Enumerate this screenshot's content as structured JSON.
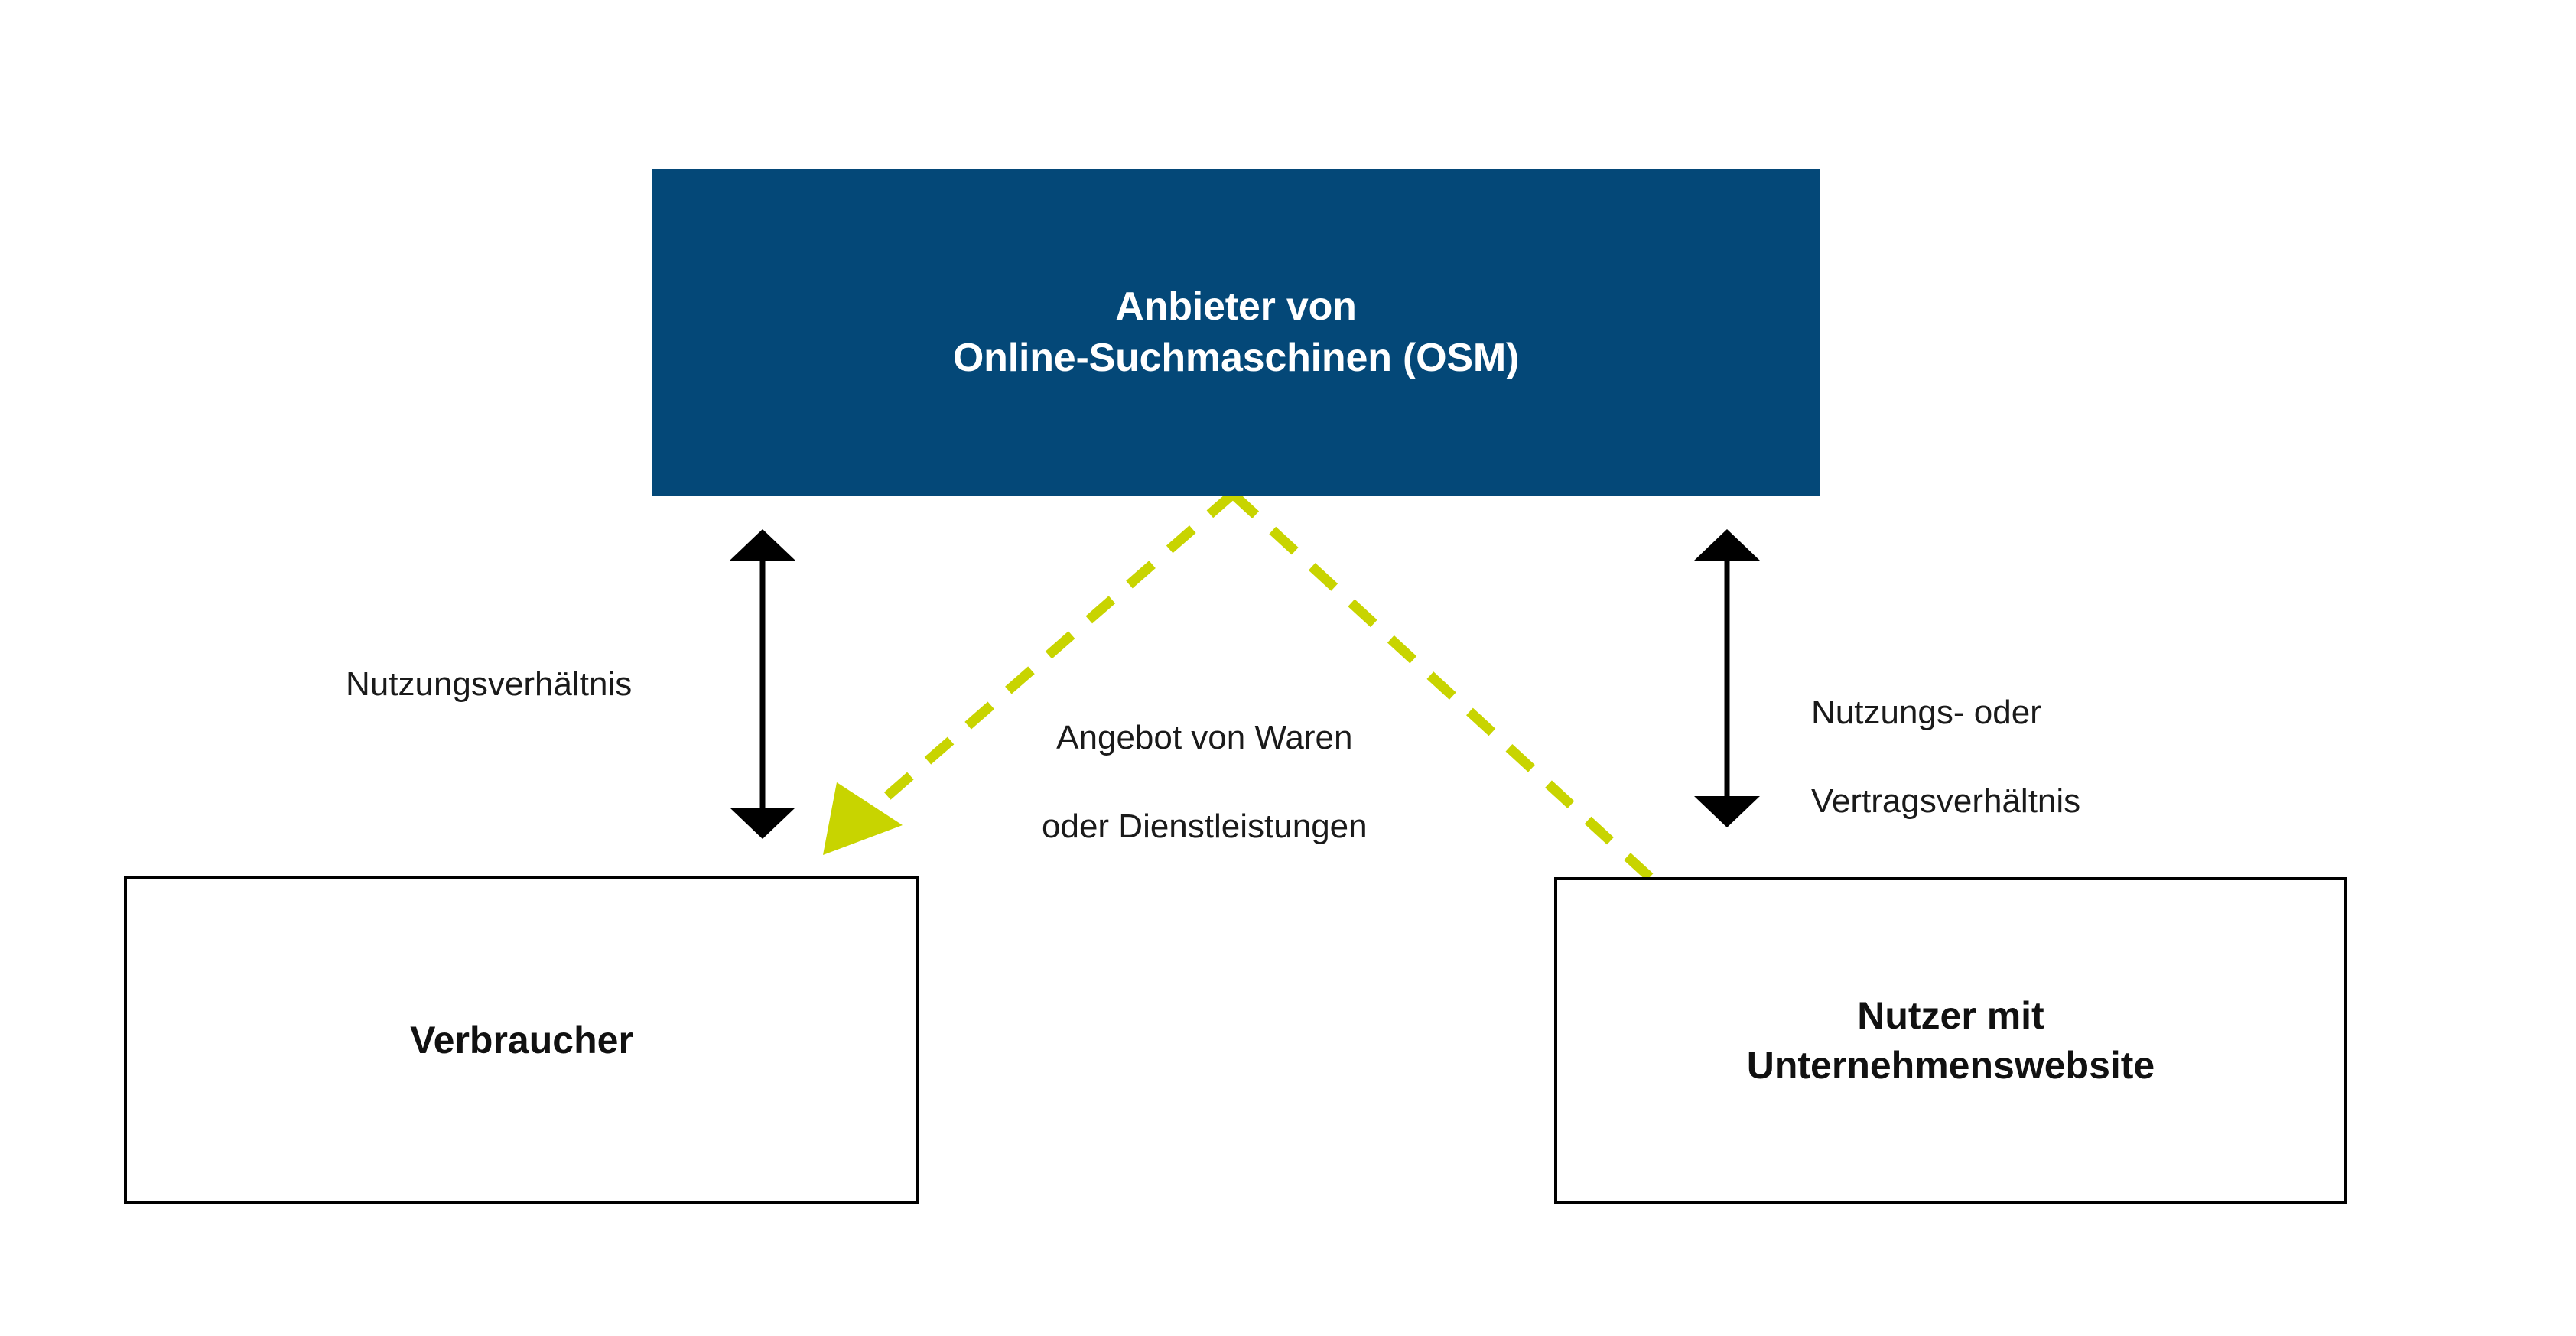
{
  "diagram": {
    "title_text": "Anbieter von Online-Suchmaschinen (OSM)",
    "background_color": "#ffffff",
    "nodes": {
      "osm": {
        "label_line1": "Anbieter von",
        "label_line2": "Online-Suchmaschinen (OSM)",
        "label": "Anbieter von\nOnline-Suchmaschinen (OSM)",
        "fill_color": "#044878",
        "text_color": "#ffffff",
        "position": "top-center"
      },
      "consumer": {
        "label": "Verbraucher",
        "fill_color": "#ffffff",
        "border_color": "#000000",
        "text_color": "#111111",
        "position": "bottom-left"
      },
      "business": {
        "label_line1": "Nutzer mit",
        "label_line2": "Unternehmenswebsite",
        "label": "Nutzer mit\nUnternehmenswebsite",
        "fill_color": "#ffffff",
        "border_color": "#000000",
        "text_color": "#111111",
        "position": "bottom-right"
      }
    },
    "edges": {
      "osm_consumer": {
        "label": "Nutzungsverhältnis",
        "style": "solid",
        "color": "#000000",
        "arrowheads": "both",
        "from": "osm",
        "to": "consumer"
      },
      "osm_business": {
        "label_line1": "Nutzungs- oder",
        "label_line2": "Vertragsverhältnis",
        "label": "Nutzungs- oder\nVertragsverhältnis",
        "style": "solid",
        "color": "#000000",
        "arrowheads": "both",
        "from": "osm",
        "to": "business"
      },
      "business_consumer": {
        "label_line1": "Angebot von Waren",
        "label_line2": "oder Dienstleistungen",
        "label": "Angebot von Waren\noder Dienstleistungen",
        "style": "dashed",
        "color": "#c8d400",
        "arrowheads": "single-to-consumer",
        "from": "business",
        "to": "consumer"
      }
    }
  }
}
